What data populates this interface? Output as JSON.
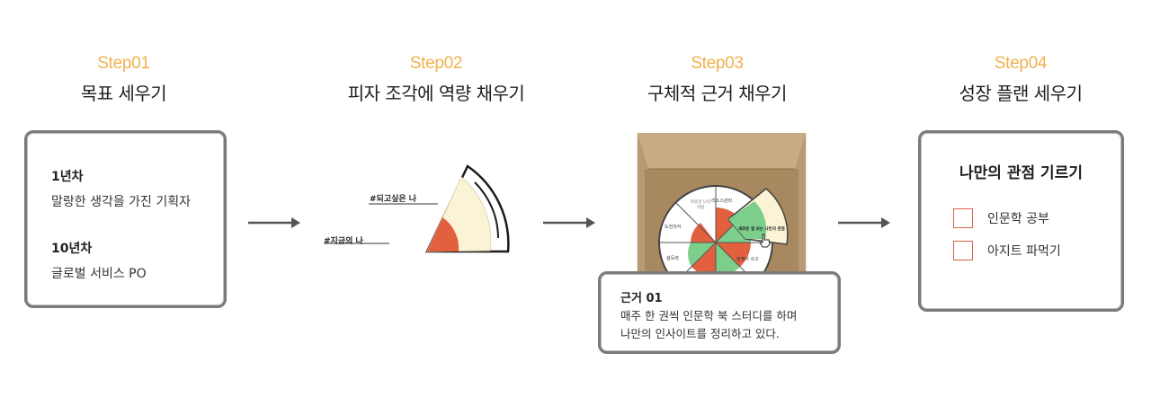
{
  "steps": [
    {
      "num": "Step01",
      "title": "목표 세우기"
    },
    {
      "num": "Step02",
      "title": "피자 조각에 역량 채우기"
    },
    {
      "num": "Step03",
      "title": "구체적 근거 채우기"
    },
    {
      "num": "Step04",
      "title": "성장 플랜 세우기"
    }
  ],
  "card1": {
    "year1_label": "1년차",
    "year1_text": "말랑한 생각을 가진 기획자",
    "year10_label": "10년차",
    "year10_text": "글로벌 서비스 PO"
  },
  "pizza_slice": {
    "goal_label": "#되고싶은 나",
    "now_label": "#지금의 나"
  },
  "pizza_box": {
    "segments": [
      "리소스관리",
      "새로운 걸 보는 나만의 관점",
      "컴퓨터 사고",
      "설득력",
      "도전의식",
      "따뜻한 나의 역량"
    ]
  },
  "evidence": {
    "title": "근거 01",
    "line1": "매주 한 권씩 인문학 북 스터디를 하며",
    "line2": "나만의 인사이트를 정리하고 있다."
  },
  "card4": {
    "title": "나만의 관점 기르기",
    "items": [
      "인문학 공부",
      "아지트 파먹기"
    ]
  },
  "colors": {
    "accent": "#efb24e",
    "slice_red": "#e2603e",
    "slice_cream": "#fbf3d6",
    "green": "#7ccf8b",
    "box": "#b79a74"
  }
}
